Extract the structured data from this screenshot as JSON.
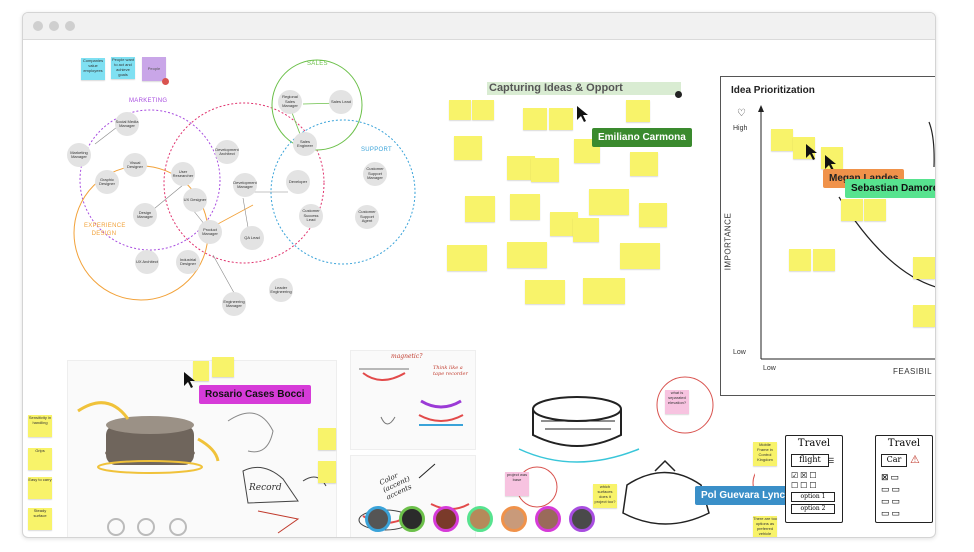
{
  "boards": {
    "capturing_title": "Capturing Ideas & Opport",
    "prioritization": {
      "title": "Idea Prioritization",
      "high": "High",
      "low_y": "Low",
      "low_x": "Low",
      "y_axis": "IMPORTANCE",
      "x_axis": "FEASIBIL"
    }
  },
  "ecosystem": {
    "top_notes": [
      "Companies value employees",
      "People want to act and achieve goals",
      "People"
    ],
    "rings": [
      "MARKETING",
      "SALES",
      "SUPPORT",
      "EXPERIENCE DESIGN"
    ],
    "nodes": [
      "Social Media Manager",
      "Marketing Manager",
      "Visual Designer",
      "Graphic Designer",
      "User Researcher",
      "Design Manager",
      "UX Designer",
      "Product Manager",
      "UX Architect",
      "Industrial Designer",
      "Development Architect",
      "Development Manager",
      "Developer",
      "QA Lead",
      "Customer Success Lead",
      "Regional Sales Manager",
      "Sales Lead",
      "Sales Engineer",
      "Customer Support Manager",
      "Customer Support Agent",
      "Engineering Manager",
      "Leader Engineering"
    ]
  },
  "cursors": [
    {
      "name": "Emiliano Carmona",
      "color": "#3a8a2e"
    },
    {
      "name": "Megan Landes",
      "color": "#f0924a"
    },
    {
      "name": "Sebastian Damore",
      "color": "#57e38f"
    },
    {
      "name": "Rosario Cases Bocci",
      "color": "#d63bd8"
    },
    {
      "name": "Pol Guevara Lynch",
      "color": "#3a8fc8"
    }
  ],
  "sketches": {
    "left_notes": [
      "Sensitivity in handling",
      "Grips",
      "Easy to carry",
      "Steady surface"
    ],
    "record_label": "Record",
    "color_accents": "Color (accent) accents",
    "magnetic": "magnetic?",
    "think_like": "Think like a tape recorder",
    "pink_notes": [
      "what is separated elevation?",
      "project was base"
    ],
    "yellow_notes": [
      "which surfaces does it project too?",
      "There are too options as preferred vehicle",
      "Mobile Frame in Control Kingdom"
    ]
  },
  "travel": {
    "card1": {
      "title": "Travel",
      "field": "flight",
      "opt1": "option 1",
      "opt2": "option 2"
    },
    "card2": {
      "title": "Travel",
      "field": "Car"
    }
  }
}
